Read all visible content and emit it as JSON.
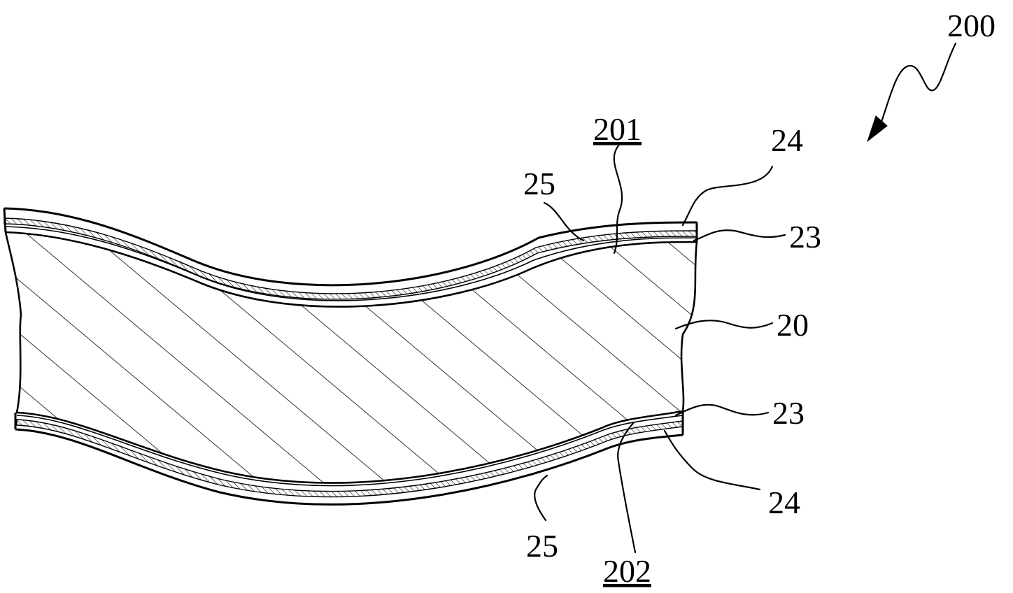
{
  "figure": {
    "labels": {
      "assembly": "200",
      "upper_surface": "201",
      "lower_surface": "202",
      "substrate": "20",
      "layer_23_top": "23",
      "layer_23_bottom": "23",
      "layer_24_top": "24",
      "layer_24_bottom": "24",
      "layer_25_top": "25",
      "layer_25_bottom": "25"
    },
    "colors": {
      "ink": "#000000",
      "background": "#ffffff"
    }
  }
}
